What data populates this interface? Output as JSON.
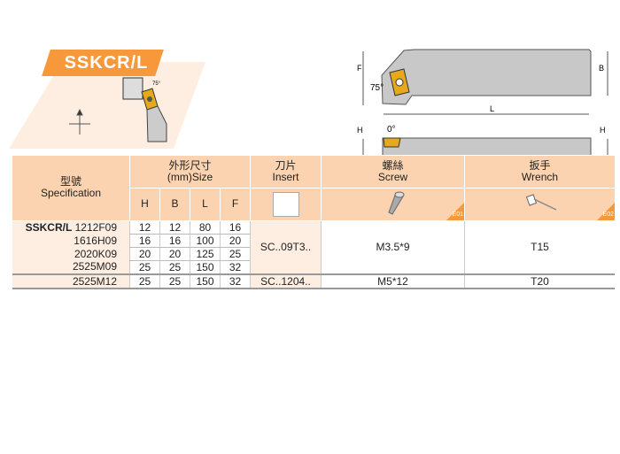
{
  "title": "SSKCR/L",
  "diagram": {
    "angle_top": "75°",
    "angle_side": "0°",
    "dim_F": "F",
    "dim_B": "B",
    "dim_L": "L",
    "dim_H": "H",
    "small_angle": "75°"
  },
  "table": {
    "spec_header_cn": "型號",
    "spec_header_en": "Specification",
    "size_header_cn": "外形尺寸",
    "size_header_en": "(mm)Size",
    "insert_header_cn": "刀片",
    "insert_header_en": "Insert",
    "screw_header_cn": "螺絲",
    "screw_header_en": "Screw",
    "screw_code": "E01",
    "wrench_header_cn": "扳手",
    "wrench_header_en": "Wrench",
    "wrench_code": "E02",
    "cols": [
      "H",
      "B",
      "L",
      "F"
    ],
    "prefix": "SSKCR/L",
    "rows": [
      {
        "model": "1212F09",
        "H": "12",
        "B": "12",
        "L": "80",
        "F": "16"
      },
      {
        "model": "1616H09",
        "H": "16",
        "B": "16",
        "L": "100",
        "F": "20"
      },
      {
        "model": "2020K09",
        "H": "20",
        "B": "20",
        "L": "125",
        "F": "25"
      },
      {
        "model": "2525M09",
        "H": "25",
        "B": "25",
        "L": "150",
        "F": "32"
      },
      {
        "model": "2525M12",
        "H": "25",
        "B": "25",
        "L": "150",
        "F": "32"
      }
    ],
    "group1": {
      "insert": "SC..09T3..",
      "screw": "M3.5*9",
      "wrench": "T15"
    },
    "group2": {
      "insert": "SC..1204..",
      "screw": "M5*12",
      "wrench": "T20"
    }
  }
}
